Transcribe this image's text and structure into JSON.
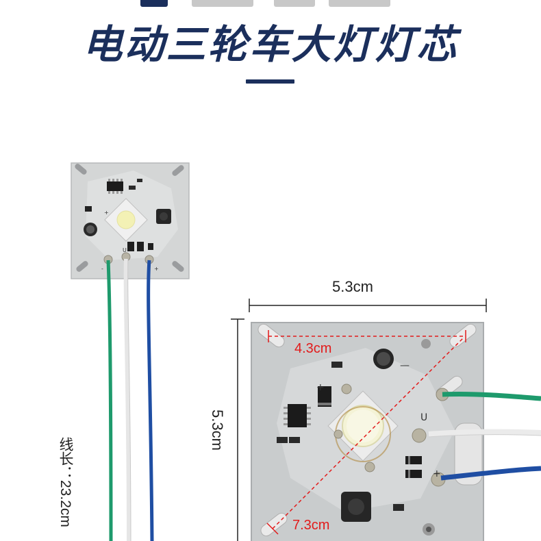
{
  "headline": {
    "title": "电动三轮车大灯灯芯"
  },
  "dimensions": {
    "width": "5.3cm",
    "height": "5.3cm",
    "hole_spacing": "4.3cm",
    "diagonal": "7.3cm"
  },
  "wire": {
    "length_label": "线长：23.2cm"
  },
  "board_prints": {
    "small_minus": "-",
    "small_plus": "+",
    "small_u": "U",
    "big_plus": "+",
    "big_u": "U",
    "big_minus": "—"
  },
  "colors": {
    "title": "#1b2f5c",
    "annotation_red": "#e21b1b",
    "wire_green": "#1e9a6c",
    "wire_white": "#eeeeee",
    "wire_blue": "#1f4ea3",
    "board_face": "#c9cccd"
  }
}
